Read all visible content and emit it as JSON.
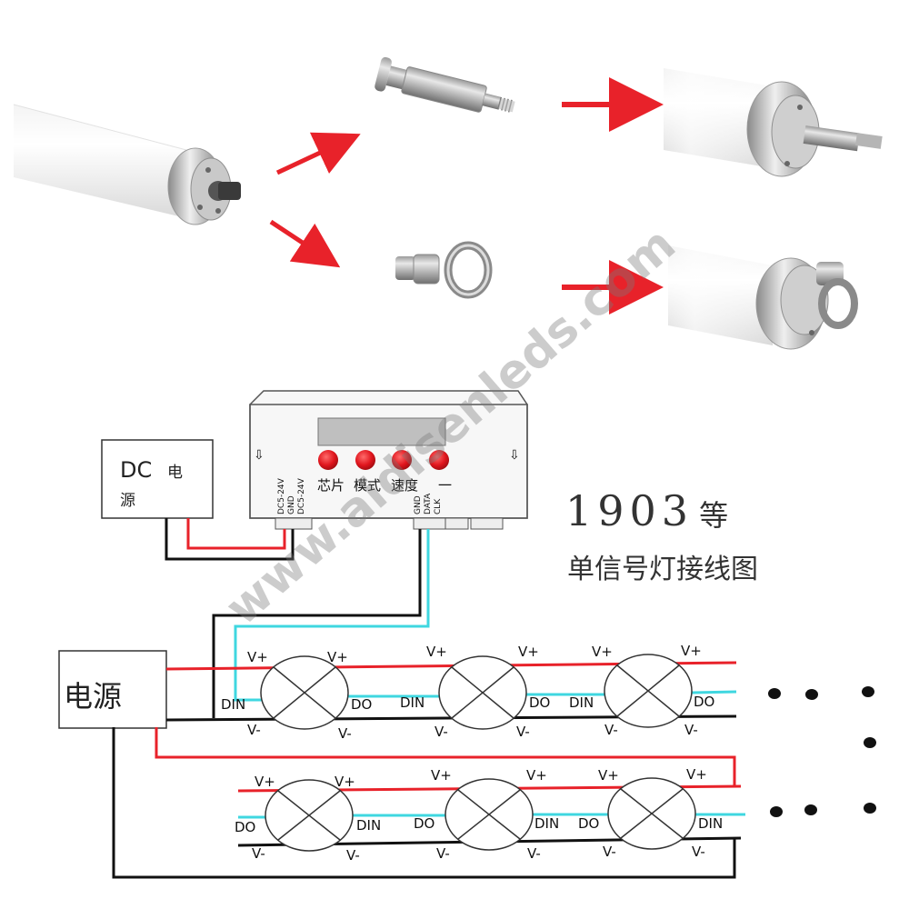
{
  "watermark": "www.aidisenleds.com",
  "title": {
    "model": "1903",
    "model_suffix": "等",
    "subtitle": "单信号灯接线图"
  },
  "controller": {
    "buttons": [
      "芯片",
      "模式",
      "速度",
      "一"
    ],
    "terminals_left": [
      "DC5-24V",
      "GND",
      "DC5-24V"
    ],
    "terminals_right": [
      "GND",
      "DATA",
      "CLK"
    ],
    "arrow_left": "⇩",
    "arrow_right": "⇩"
  },
  "dc_power": {
    "line1": "DC",
    "line1b": "电",
    "line2": "源"
  },
  "main_power": {
    "label": "电源"
  },
  "pin_labels": {
    "vplus": "V+",
    "vminus": "V-",
    "din": "DIN",
    "do": "DO"
  },
  "colors": {
    "red_wire": "#e8222a",
    "cyan_wire": "#3fd7e0",
    "black_wire": "#111111",
    "arrow": "#e8222a"
  },
  "icons": [
    "pixel-tube",
    "eye-bolt-cap",
    "threaded-stud-cap",
    "pixel-node"
  ]
}
